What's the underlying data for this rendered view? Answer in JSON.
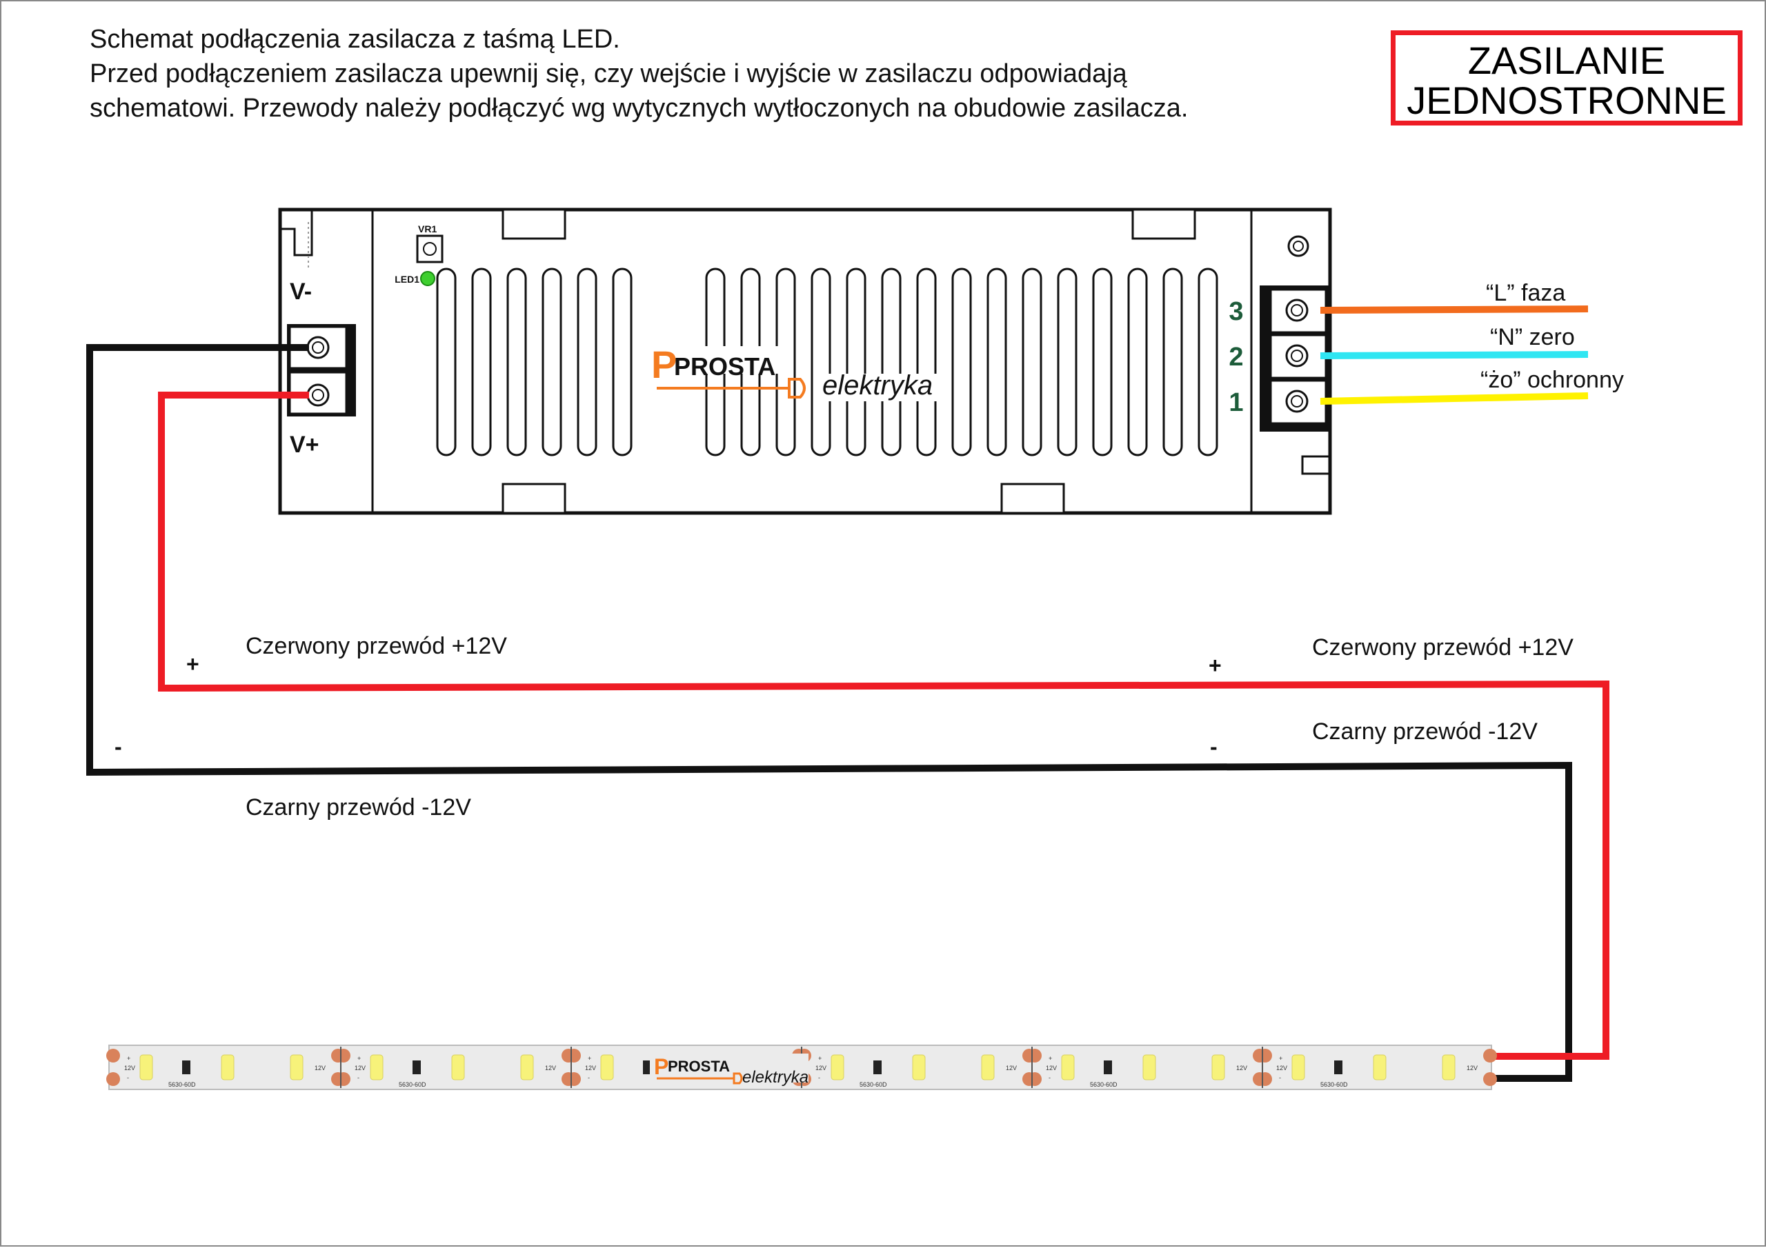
{
  "intro": {
    "line1": "Schemat podłączenia zasilacza z taśmą LED.",
    "line2": "Przed podłączeniem zasilacza upewnij się, czy wejście i wyjście w zasilaczu odpowiadają",
    "line3": "schematowi. Przewody należy podłączyć wg wytycznych wytłoczonych na obudowie zasilacza."
  },
  "badge": {
    "line1": "ZASILANIE",
    "line2": "JEDNOSTRONNE"
  },
  "psu": {
    "vminus": "V-",
    "vplus": "V+",
    "vr1": "VR1",
    "led1": "LED1",
    "terminals": [
      "3",
      "2",
      "1"
    ]
  },
  "logo": {
    "prosta": "PROSTA",
    "elektryka": "elektryka"
  },
  "inputs": {
    "l": "“L” faza",
    "n": "“N” zero",
    "pe": "“żo” ochronny"
  },
  "wires": {
    "red_left": "Czerwony przewód +12V",
    "red_right": "Czerwony przewód +12V",
    "black_left": "Czarny przewód -12V",
    "black_right": "Czarny przewód -12V",
    "plus": "+",
    "minus": "-"
  },
  "strip": {
    "voltage": "12V",
    "model": "5630-60D",
    "plus": "+",
    "minus": "-"
  },
  "colors": {
    "red": "#ee1c25",
    "black": "#111111",
    "orange": "#f26b1d",
    "cyan": "#2fe6f2",
    "yellow": "#fff200",
    "logo_orange": "#f47b20",
    "led_yellow": "#f7f27a",
    "pad": "#d9825b"
  }
}
